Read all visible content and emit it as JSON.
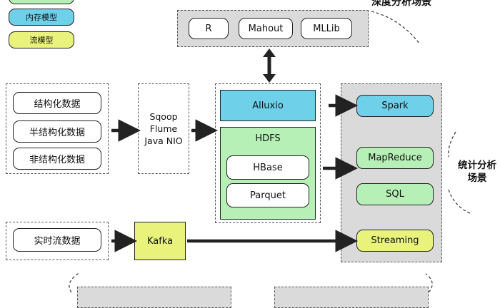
{
  "legend": {
    "memory_model": "内存模型",
    "stream_model": "流模型"
  },
  "deep_analysis": {
    "label": "深度分析场景",
    "tools": [
      "R",
      "Mahout",
      "MLLib"
    ]
  },
  "sources": {
    "batch": [
      "结构化数据",
      "半结构化数据",
      "非结构化数据"
    ],
    "realtime": "实时流数据"
  },
  "ingest": {
    "lines": [
      "Sqoop",
      "Flume",
      "Java NIO"
    ],
    "kafka": "Kafka"
  },
  "storage": {
    "alluxio": "Alluxio",
    "hdfs": "HDFS",
    "hbase": "HBase",
    "parquet": "Parquet"
  },
  "compute": {
    "spark": "Spark",
    "mapreduce": "MapReduce",
    "sql": "SQL",
    "streaming": "Streaming"
  },
  "stat_analysis": {
    "line1": "统计分析",
    "line2": "场景"
  },
  "colors": {
    "memory": "#6fd0ea",
    "batch": "#b7f0b6",
    "stream": "#e9f37c",
    "panel": "#dadada"
  }
}
